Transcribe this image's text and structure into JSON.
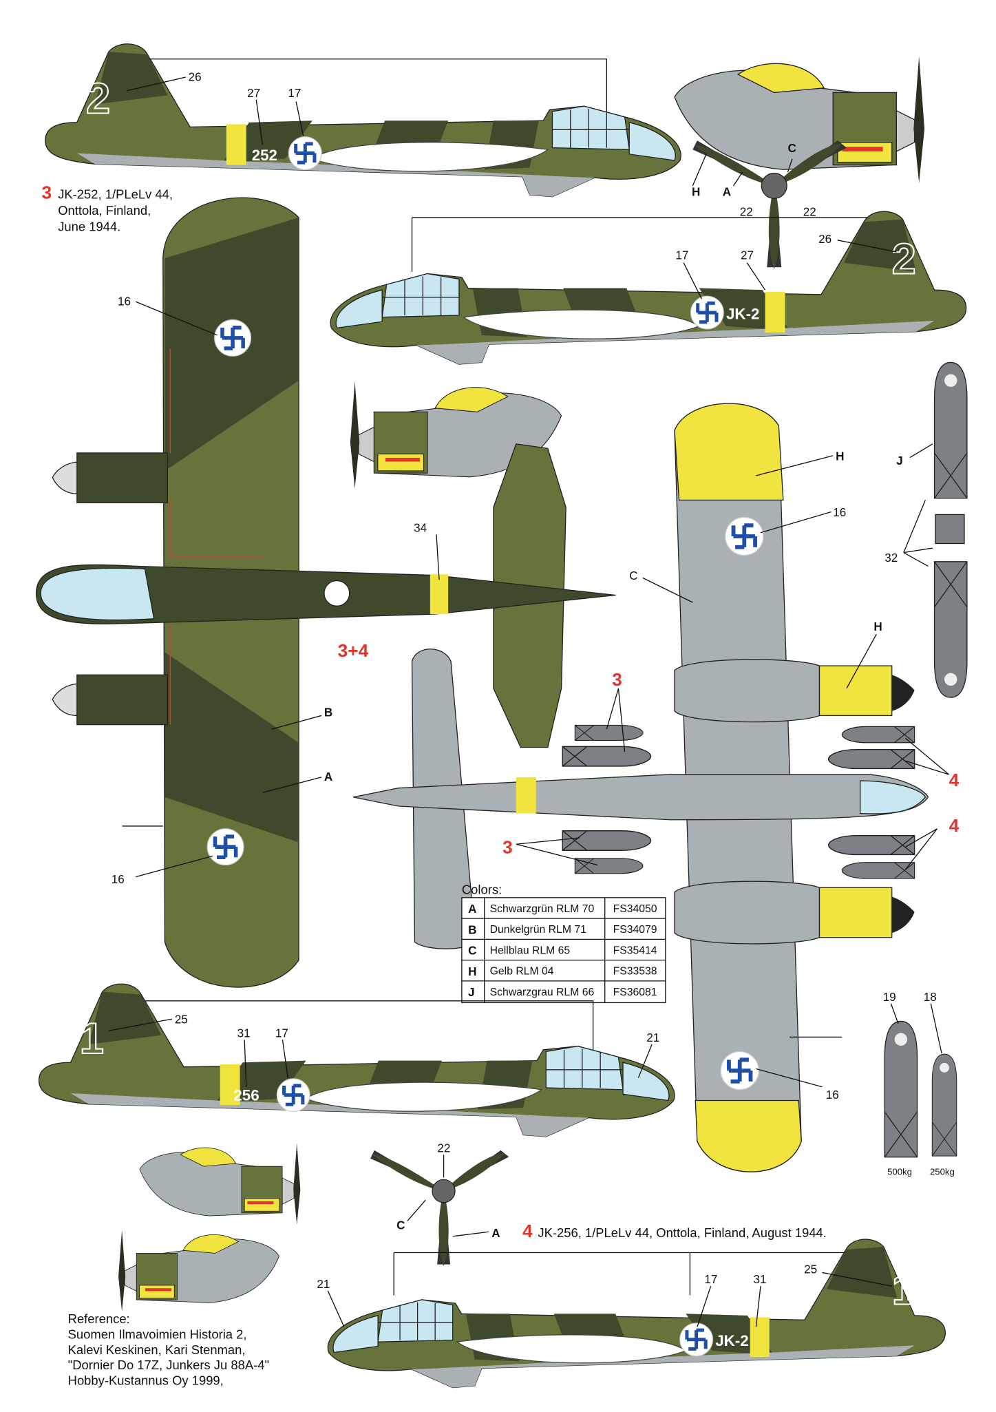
{
  "colors": {
    "dark_green": "#3f4a2c",
    "green": "#66733a",
    "grey": "#a9b1b4",
    "yellow": "#f2e43e",
    "bomb_grey": "#7d8084",
    "canopy": "#c9e7f1",
    "red": "#e3342c",
    "insignia_blue": "#1d4fa8"
  },
  "caption3": {
    "number": "3",
    "lines": [
      "JK-252, 1/PLeLv 44,",
      "Onttola, Finland,",
      "June 1944."
    ]
  },
  "caption4": {
    "number": "4",
    "text": "JK-256, 1/PLeLv 44, Onttola, Finland, August 1944."
  },
  "profile_top": {
    "tail": "2",
    "code": "252",
    "labels": [
      "26",
      "27",
      "17"
    ]
  },
  "propeller_top": {
    "labels": [
      "H",
      "A",
      "C",
      "22",
      "22"
    ]
  },
  "profile_second": {
    "tail": "2",
    "code": "JK-2",
    "labels": [
      "17",
      "27",
      "26"
    ]
  },
  "top_view": {
    "labels": [
      "16",
      "34",
      "B",
      "A",
      "16"
    ],
    "marker": "3+4"
  },
  "bottom_view": {
    "labels": [
      "H",
      "16",
      "C",
      "H",
      "16"
    ]
  },
  "stores": {
    "j": "J",
    "n32": "32",
    "n3a": "3",
    "n3b": "3",
    "n4a": "4",
    "n4b": "4"
  },
  "colors_table": {
    "title": "Colors:",
    "rows": [
      {
        "code": "A",
        "name": "Schwarzgrün RLM 70",
        "fs": "FS34050"
      },
      {
        "code": "B",
        "name": "Dunkelgrün RLM 71",
        "fs": "FS34079"
      },
      {
        "code": "C",
        "name": "Hellblau RLM 65",
        "fs": "FS35414"
      },
      {
        "code": "H",
        "name": "Gelb RLM 04",
        "fs": "FS33538"
      },
      {
        "code": "J",
        "name": "Schwarzgrau RLM 66",
        "fs": "FS36081"
      }
    ]
  },
  "profile_bottom": {
    "tail": "1",
    "code": "256",
    "labels": [
      "25",
      "31",
      "17",
      "21"
    ]
  },
  "propeller_bottom": {
    "labels": [
      "22",
      "C",
      "A"
    ]
  },
  "profile_last": {
    "tail": "1",
    "code": "JK-2",
    "labels": [
      "21",
      "17",
      "31",
      "25"
    ]
  },
  "bombs": {
    "labels": [
      "19",
      "18"
    ],
    "weights": [
      "500kg",
      "250kg"
    ]
  },
  "reference": {
    "title": "Reference:",
    "lines": [
      "Suomen Ilmavoimien Historia 2,",
      "Kalevi Keskinen, Kari Stenman,",
      "\"Dornier Do 17Z, Junkers Ju 88A-4\"",
      "Hobby-Kustannus Oy 1999,"
    ]
  }
}
